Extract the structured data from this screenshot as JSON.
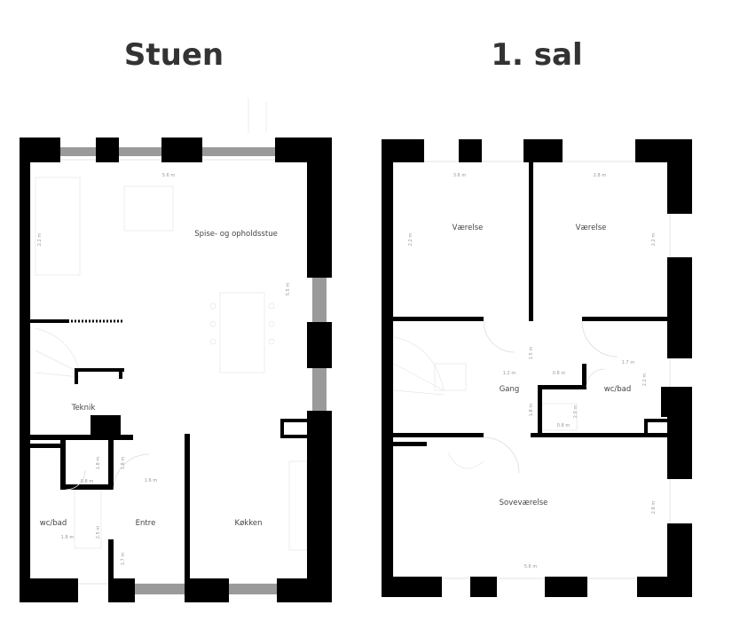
{
  "floors": [
    {
      "title": "Stuen",
      "rooms": {
        "spise": "Spise- og opholdsstue",
        "teknik": "Teknik",
        "wcbad": "wc/bad",
        "entre": "Entre",
        "kokken": "Køkken"
      },
      "dims": {
        "top": "5.6 m",
        "left": "2.2 m",
        "right": "5.5 m",
        "wc_w": "0.8 m",
        "wc_h": "1.8 m",
        "hall_h": "1.8 m",
        "entre_w": "1.6 m",
        "bath_w": "1.8 m",
        "bath_h": "2.5 m",
        "entre_h": "1.7 m"
      }
    },
    {
      "title": "1. sal",
      "rooms": {
        "v1": "Værelse",
        "v2": "Værelse",
        "gang": "Gang",
        "wcbad": "wc/bad",
        "sove": "Soveværelse"
      },
      "dims": {
        "v1_top": "3.6 m",
        "v2_top": "2.8 m",
        "v1_left": "2.2 m",
        "v2_right": "2.2 m",
        "gang_a": "1.2 m",
        "gang_b": "0.8 m",
        "gang_v": "1.8 m",
        "mid_v": "1.5 m",
        "bath_top": "1.7 m",
        "bath_v": "2.2 m",
        "small_v": "2.0 m",
        "small_h": "0.8 m",
        "sove_right": "2.8 m",
        "bottom": "5.6 m"
      }
    }
  ]
}
